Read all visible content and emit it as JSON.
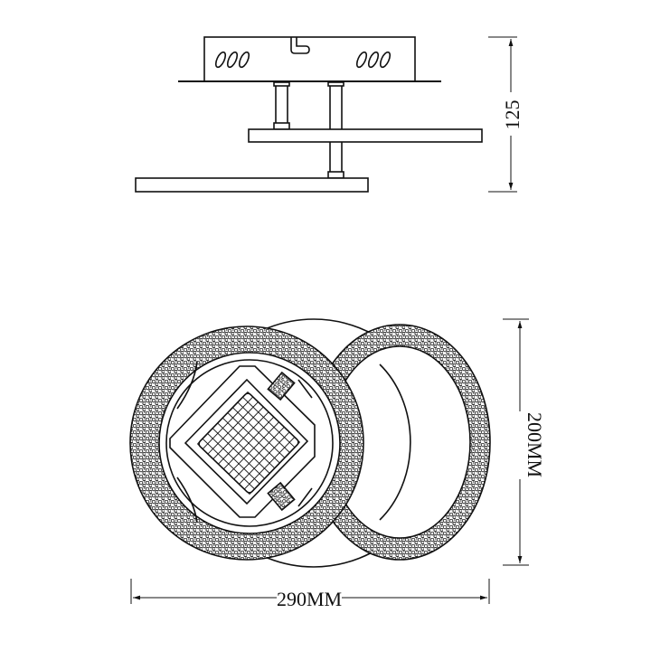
{
  "drawing": {
    "side_view": {
      "height_label": "125"
    },
    "top_view": {
      "height_label": "200MM",
      "width_label": "290MM"
    },
    "line_color": "#111111",
    "background": "#ffffff"
  }
}
